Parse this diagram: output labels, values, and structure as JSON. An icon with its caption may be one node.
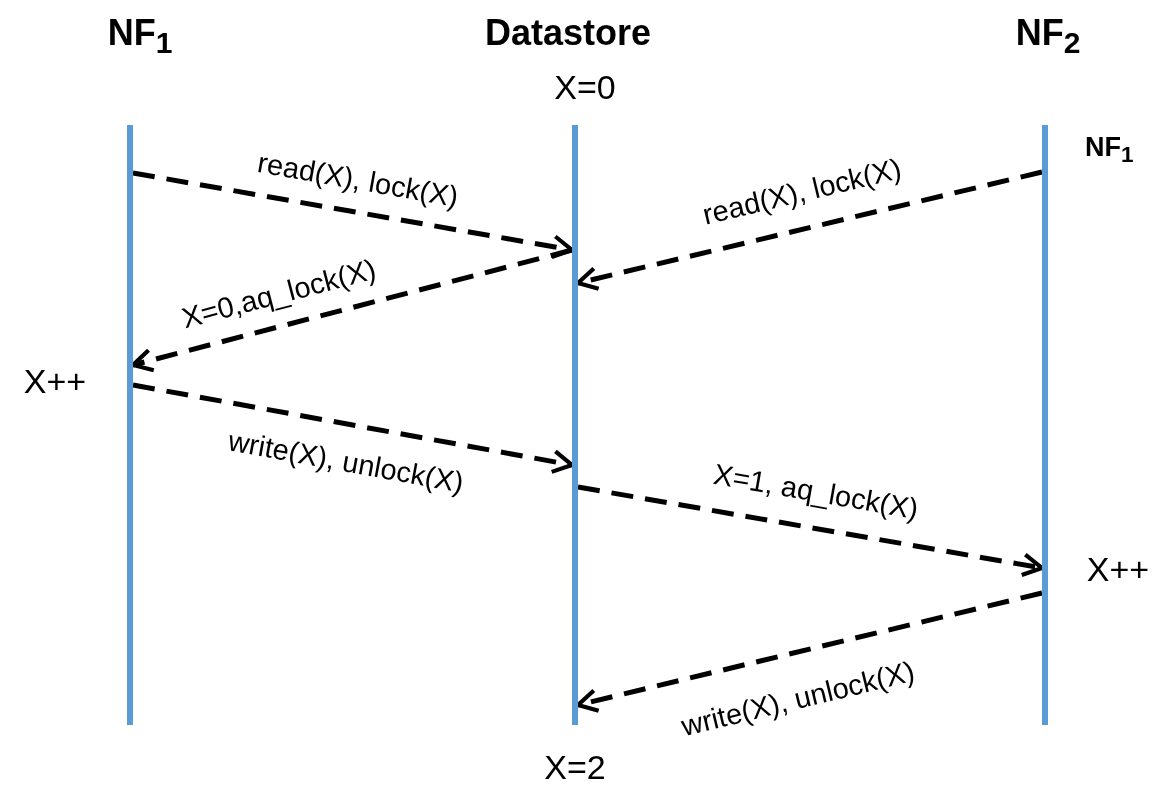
{
  "diagram": {
    "nodes": [
      {
        "text": [
          "NF$_{1}$"
        ],
        "beside": [
          "X++"
        ]
      },
      {
        "text": [
          "Datastore",
          "X=0"
        ],
        "beside": [
          "X=2"
        ]
      },
      {
        "text": [
          "NF$_{2}$"
        ],
        "beside": [
          "X++"
        ]
      }
    ],
    "edges": [
      {
        "from": 0,
        "to": 1,
        "arrow": "to",
        "label": "read(X), lock(X)",
        "style": "dashed"
      },
      {
        "from": 2,
        "to": 1,
        "arrow": "to",
        "label": "read(X), lock(X)",
        "style": "dashed"
      },
      {
        "from": 1,
        "to": 0,
        "arrow": "to",
        "label": "X=0,aq_lock(X)",
        "style": "dashed"
      },
      {
        "from": 0,
        "to": 1,
        "arrow": "to",
        "label": "write(X), unlock(X)",
        "style": "dashed"
      },
      {
        "from": 1,
        "to": 2,
        "arrow": "to",
        "label": "X=1, aq_lock(X)",
        "style": "dashed"
      },
      {
        "from": 2,
        "to": 1,
        "arrow": "to",
        "label": "write(X), unlock(X)",
        "style": "dashed"
      }
    ],
    "labels": [
      "NF$_{1}$"
    ]
  }
}
